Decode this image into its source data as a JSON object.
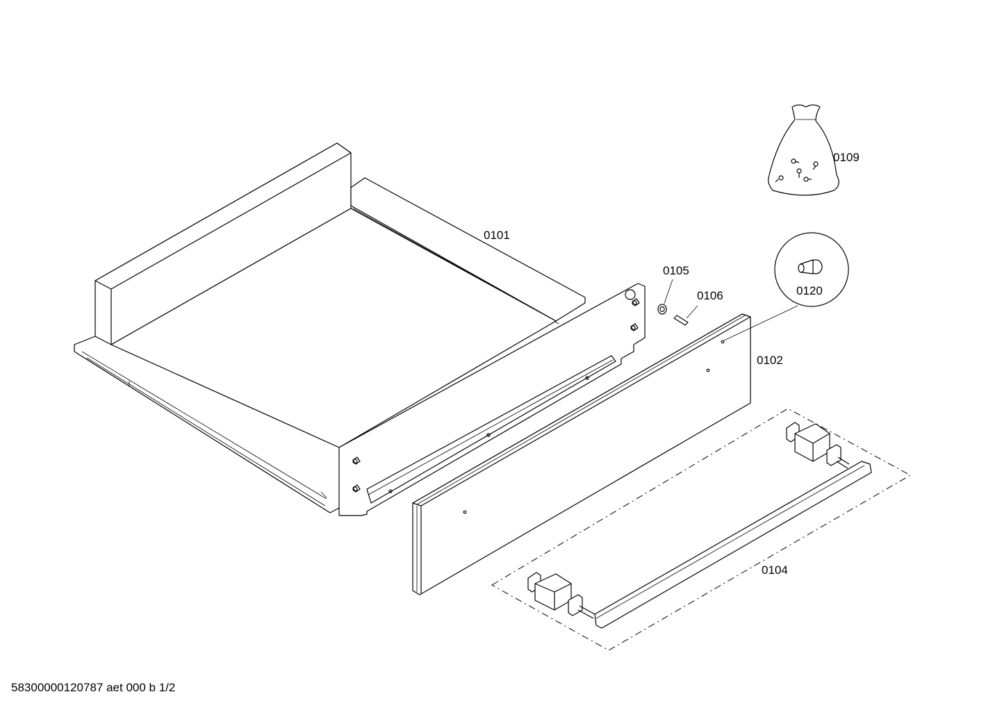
{
  "parts": [
    {
      "id": "0101",
      "label": "0101"
    },
    {
      "id": "0102",
      "label": "0102"
    },
    {
      "id": "0104",
      "label": "0104"
    },
    {
      "id": "0105",
      "label": "0105"
    },
    {
      "id": "0106",
      "label": "0106"
    },
    {
      "id": "0109",
      "label": "0109"
    },
    {
      "id": "0120",
      "label": "0120"
    }
  ],
  "footer": {
    "drawing_code": "58300000120787 aet 000 b 1/2"
  }
}
